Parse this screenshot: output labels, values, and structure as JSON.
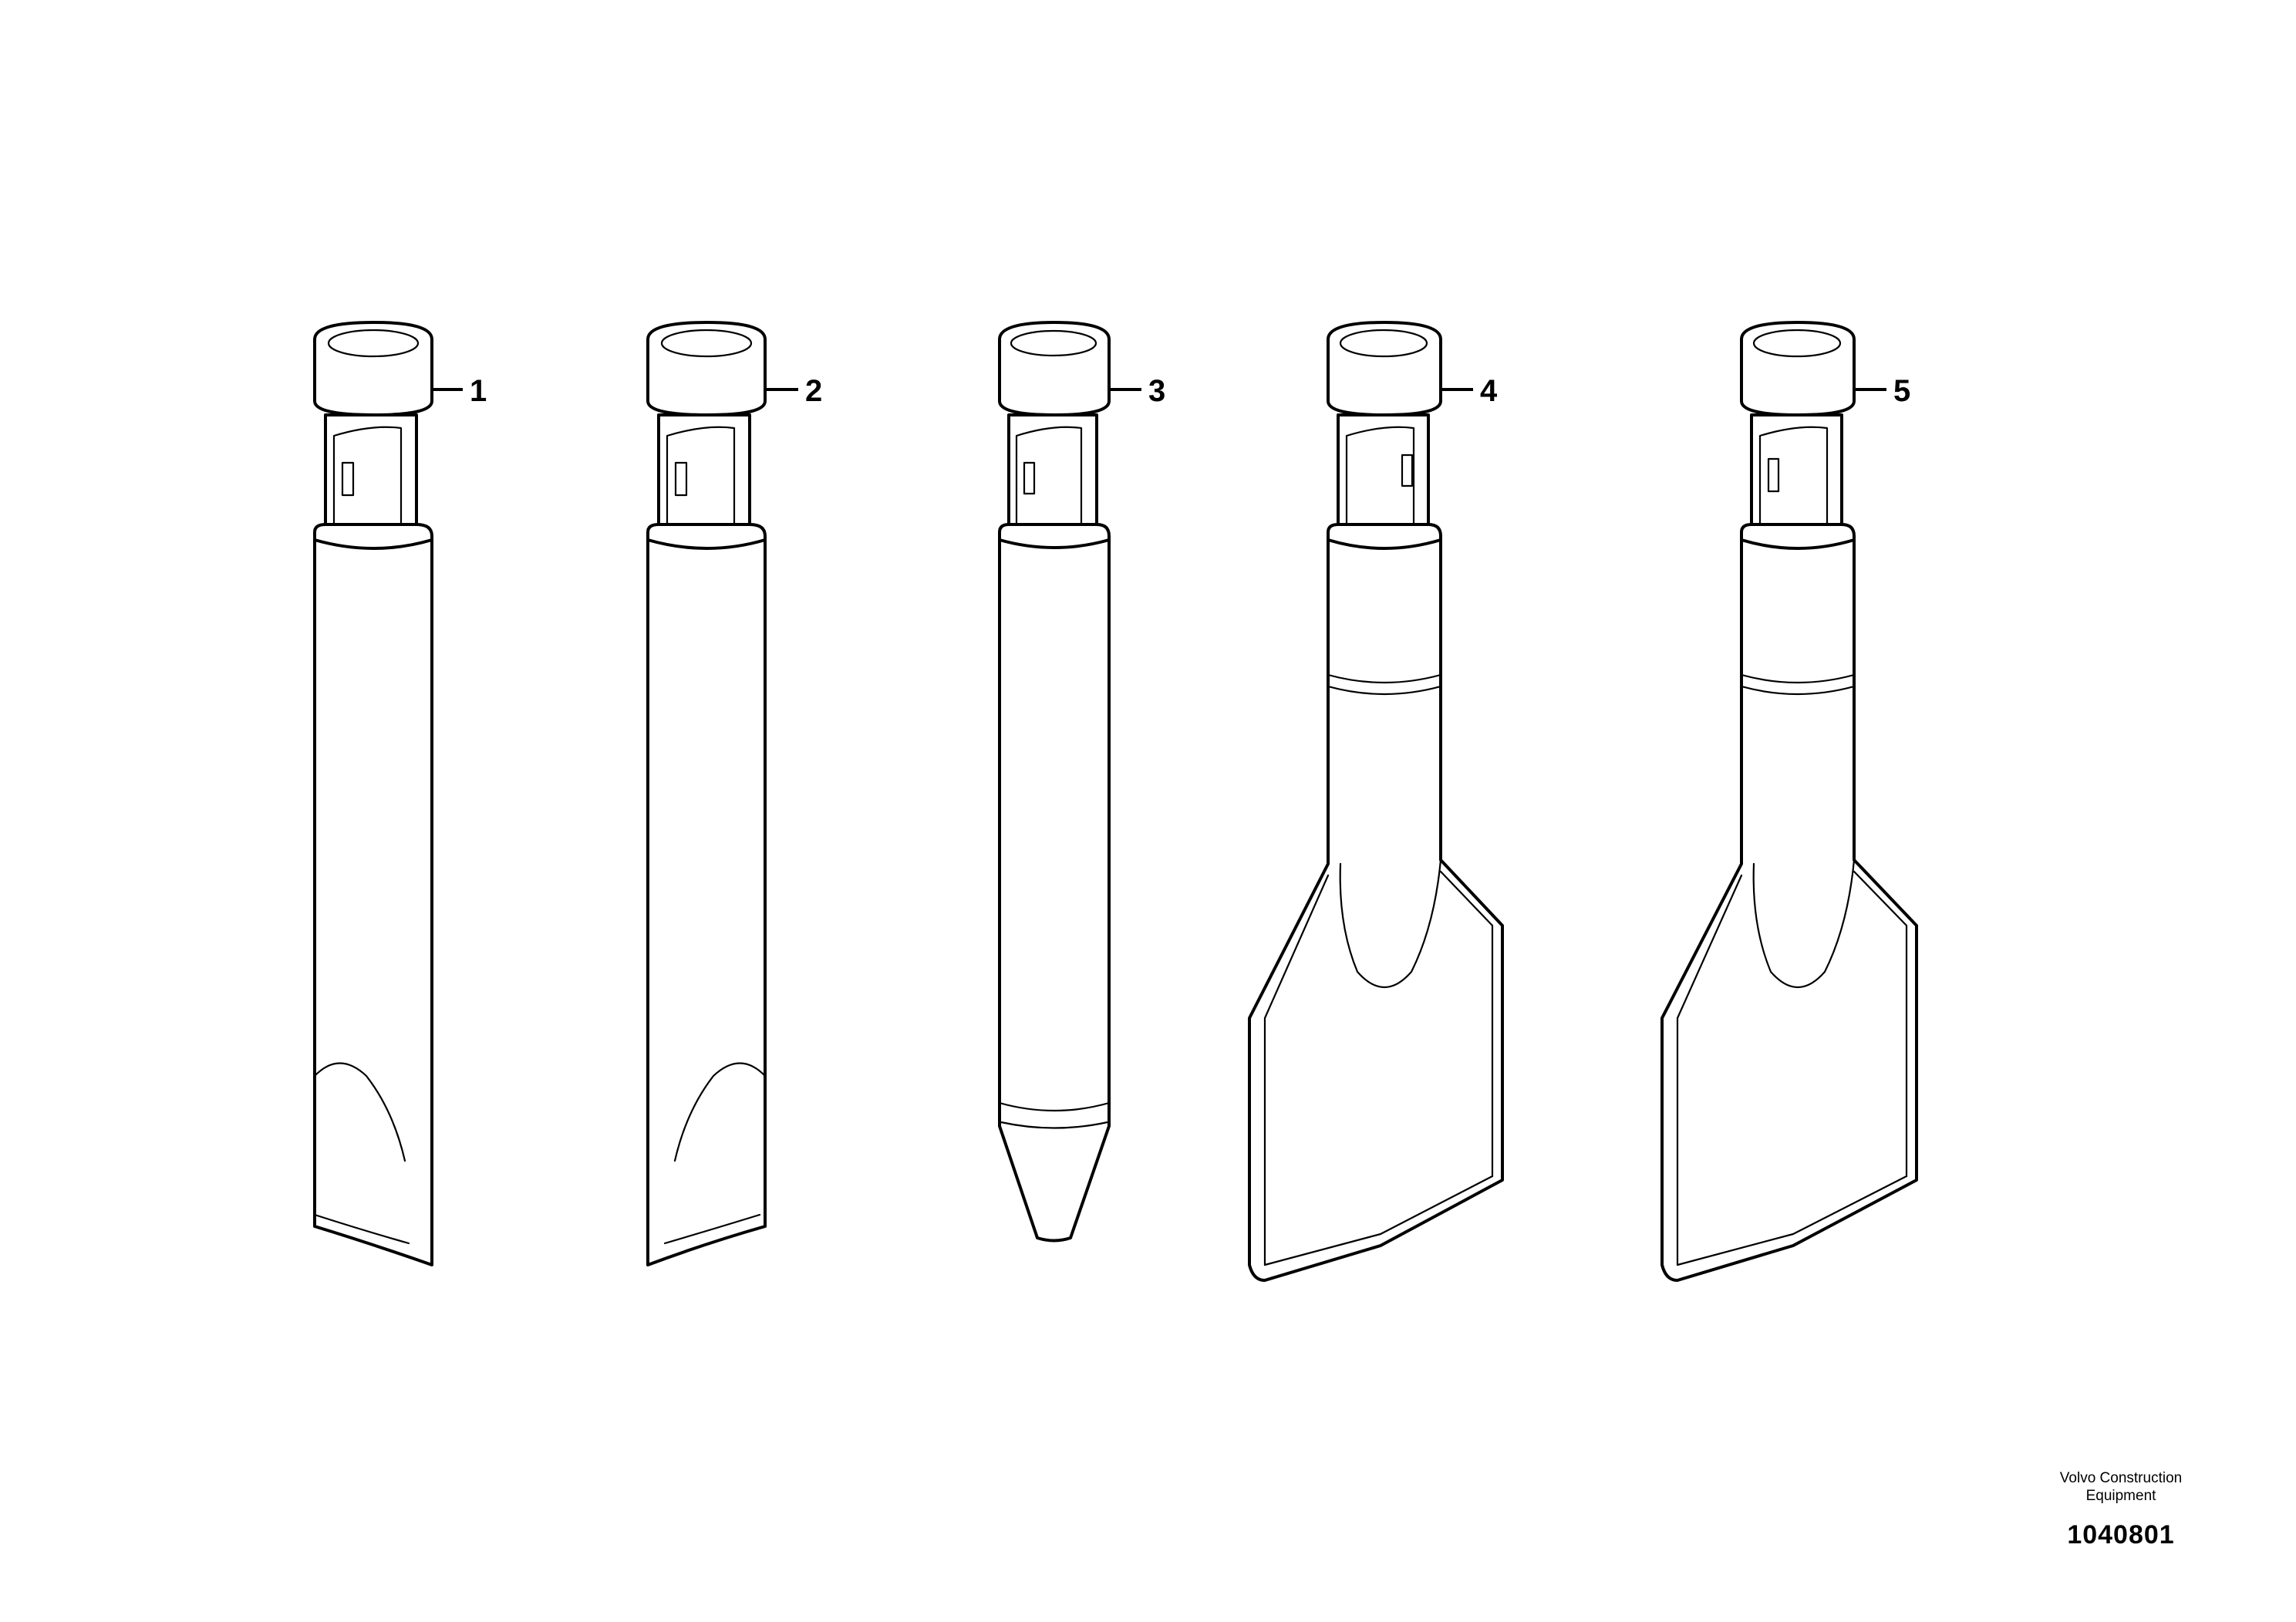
{
  "callouts": [
    "1",
    "2",
    "3",
    "4",
    "5"
  ],
  "tools": [
    {
      "callout": "1",
      "tip": "chisel"
    },
    {
      "callout": "2",
      "tip": "chisel"
    },
    {
      "callout": "3",
      "tip": "moil-point"
    },
    {
      "callout": "4",
      "tip": "wide-blade"
    },
    {
      "callout": "5",
      "tip": "wide-blade"
    }
  ],
  "credit": {
    "line1": "Volvo Construction",
    "line2": "Equipment",
    "drawing_number": "1040801"
  }
}
